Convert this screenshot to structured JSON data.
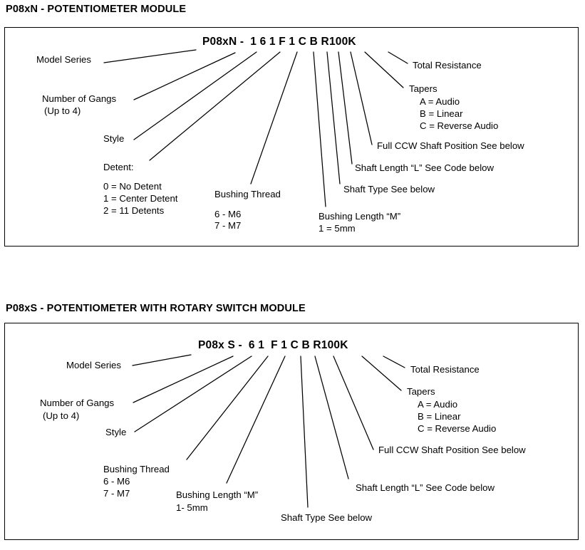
{
  "sections": [
    {
      "id": "potentiometer-module",
      "title": "P08xN - POTENTIOMETER MODULE",
      "part_number": "P08xN -  1 6 1 F 1 C B R100K",
      "labels": {
        "model_series": "Model Series",
        "number_of_gangs": "Number of Gangs",
        "number_of_gangs_sub": "(Up to 4)",
        "style": "Style",
        "detent_heading": "Detent:",
        "detent_0": "0 = No Detent",
        "detent_1": "1 = Center Detent",
        "detent_2": "2 = 11 Detents",
        "bushing_thread": "Bushing Thread",
        "bushing_thread_6": "6 - M6",
        "bushing_thread_7": "7 - M7",
        "bushing_length": "Bushing Length “M”",
        "bushing_length_1": "1 = 5mm",
        "shaft_type": "Shaft Type See below",
        "shaft_length": "Shaft Length “L” See Code below",
        "full_ccw": "Full CCW Shaft Position See below",
        "tapers_heading": "Tapers",
        "taper_a": "A = Audio",
        "taper_b": "B = Linear",
        "taper_c": "C = Reverse Audio",
        "total_resistance": "Total Resistance"
      }
    },
    {
      "id": "potentiometer-with-rotary-switch-module",
      "title": "P08xS - POTENTIOMETER WITH ROTARY SWITCH MODULE",
      "part_number": "P08x S -  6 1  F 1 C B R100K",
      "labels": {
        "model_series": "Model Series",
        "number_of_gangs": "Number of Gangs",
        "number_of_gangs_sub": "(Up to 4)",
        "style": "Style",
        "bushing_thread": "Bushing Thread",
        "bushing_thread_6": "6 - M6",
        "bushing_thread_7": "7 - M7",
        "bushing_length": "Bushing Length “M”",
        "bushing_length_1": "1- 5mm",
        "shaft_type": "Shaft Type See below",
        "shaft_length": "Shaft Length “L” See Code below",
        "full_ccw": "Full CCW Shaft Position See below",
        "tapers_heading": "Tapers",
        "taper_a": "A = Audio",
        "taper_b": "B = Linear",
        "taper_c": "C = Reverse Audio",
        "total_resistance": "Total Resistance"
      }
    }
  ],
  "colors": {
    "ink": "#000000",
    "background": "#ffffff",
    "border": "#000000"
  }
}
